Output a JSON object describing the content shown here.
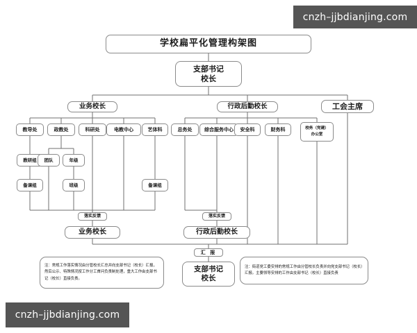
{
  "document": {
    "title": "学校扁平化管理构架图"
  },
  "watermarks": {
    "top_right": "cnzh–jjbdianjing.com",
    "bottom_left": "cnzh–jjbdianjing.com"
  },
  "chart_data": {
    "type": "diagram",
    "title": "学校扁平化管理构架图",
    "nodes": {
      "top_leader": {
        "line1": "支部书记",
        "line2": "校长"
      },
      "vp_academic": "业务校长",
      "vp_admin": "行政后勤校长",
      "union_chair": "工会主席",
      "academic_departments": [
        "教导处",
        "政教处",
        "科研处",
        "电教中心",
        "艺体科"
      ],
      "admin_departments": [
        "总务处",
        "综合服务中心",
        "安全科",
        "财务科"
      ],
      "party_office": {
        "line1": "校务（党建）",
        "line2": "办公室"
      },
      "sub_groups": [
        "教研组",
        "团队",
        "年级",
        "备课组",
        "班级",
        "备课组"
      ],
      "feedback_left": "落实反馈",
      "feedback_right": "落实反馈",
      "footer_vp_academic": "业务校长",
      "footer_vp_admin": "行政后勤校长",
      "report_label": "汇 报",
      "bottom_leader": {
        "line1": "支部书记",
        "line2": "校长"
      }
    },
    "notes": {
      "left": "注：常规工作落实情况由分管校长汇总并向支部书记（校长）汇报，然后公示、特殊情况按工作分工首问负责制处理，重大工作由支部书记（校长）直接负责。",
      "right": "注：街道党工委安排的常规工作由分管校长负责并向党支部书记（校长）汇报。主要领导安排的工作由支部书记（校长）直接负责"
    },
    "colors": {
      "border": "#8a8a8a",
      "line": "#6f6f6f",
      "text": "#1b1b1b",
      "background": "#ffffff",
      "watermark_bg": "#555555"
    }
  }
}
